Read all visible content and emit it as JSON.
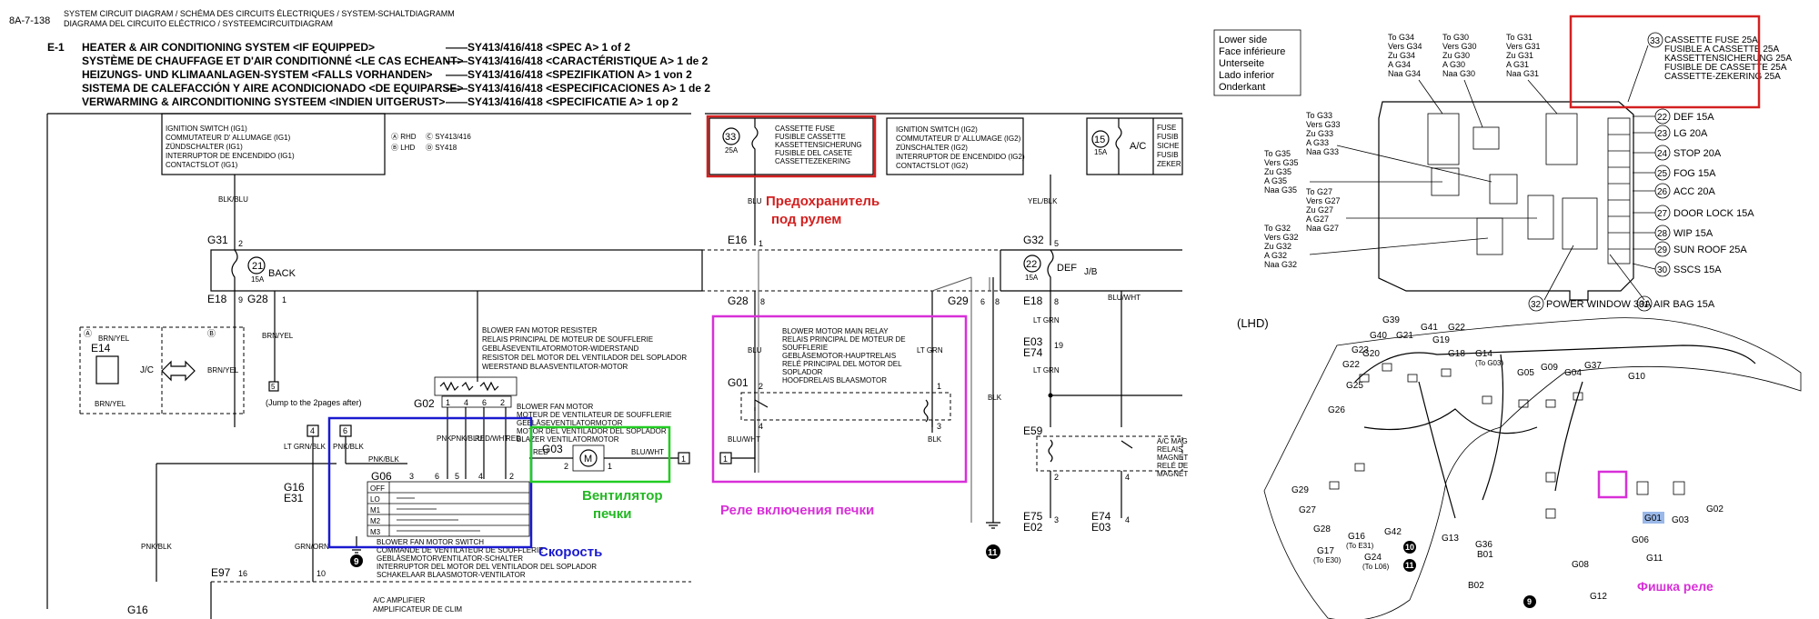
{
  "header": {
    "title_lines": [
      "SYSTEM CIRCUIT DIAGRAM / SCHÉMA DES CIRCUITS ÉLECTRIQUES / SYSTEM-SCHALTDIAGRAMM",
      "DIAGRAMA DEL CIRCUITO ELÉCTRICO / SYSTEEMCIRCUITDIAGRAM"
    ],
    "page_ref": "8A-7-138",
    "section": "E-1",
    "systems": [
      {
        "name": "HEATER & AIR CONDITIONING SYSTEM <IF EQUIPPED>",
        "spec": "——SY413/416/418 <SPEC A> 1 of 2"
      },
      {
        "name": "SYSTÈME DE CHAUFFAGE ET D'AIR CONDITIONNÉ <LE CAS ECHEANT>",
        "spec": "——SY413/416/418 <CARACTÉRISTIQUE A> 1 de 2"
      },
      {
        "name": "HEIZUNGS- UND KLIMAANLAGEN-SYSTEM <FALLS VORHANDEN>",
        "spec": "——SY413/416/418 <SPEZIFIKATION A> 1 von 2"
      },
      {
        "name": "SISTEMA DE CALEFACCIÓN Y AIRE ACONDICIONADO <DE EQUIPARSE>",
        "spec": "——SY413/416/418 <ESPECIFICACIONES A> 1 de 2"
      },
      {
        "name": "VERWARMING & AIRCONDITIONING SYSTEEM <INDIEN UITGERUST>",
        "spec": "——SY413/416/418 <SPECIFICATIE A> 1 op 2"
      }
    ]
  },
  "schematic": {
    "ig1_label": [
      "IGNITION SWITCH (IG1)",
      "COMMUTATEUR D' ALLUMAGE (IG1)",
      "ZÜNDSCHALTER (IG1)",
      "INTERRUPTOR DE ENCENDIDO (IG1)",
      "CONTACTSLOT (IG1)"
    ],
    "variants": [
      "Ⓐ RHD",
      "Ⓒ SY413/416",
      "Ⓑ LHD",
      "Ⓓ SY418"
    ],
    "wire_blk_blu": "BLK/BLU",
    "g31": "G31",
    "g31_pin": "2",
    "fuse21": "21",
    "fuse21_rating": "15A",
    "fuse21_name": "BACK",
    "e18": "E18",
    "e18_pin": "9",
    "g28": "G28",
    "g28_pin": "1",
    "jc_label": "J/C",
    "e14": "E14",
    "circle_a": "Ⓐ",
    "circle_b": "Ⓑ",
    "wire_brn_yel": "BRN/YEL",
    "jump_ref": "5",
    "jump_text": "(Jump to the 2pages after)",
    "resister_label": [
      "BLOWER FAN MOTOR RESISTER",
      "RELAIS PRINCIPAL DE MOTEUR DE SOUFFLERIE",
      "GEBLÄSEVENTILATORMOTOR-WIDERSTAND",
      "RESISTOR DEL MOTOR DEL VENTILADOR DEL SOPLADOR",
      "WEERSTAND BLAASVENTILATOR-MOTOR"
    ],
    "g02": "G02",
    "g02_pins": [
      "1",
      "4",
      "6",
      "2"
    ],
    "blower_label": [
      "BLOWER FAN MOTOR",
      "MOTEUR DE VENTILATEUR DE SOUFFLERIE",
      "GEBLÄSEVENTILATORMOTOR",
      "MOTOR DEL VENTILADOR DEL SOPLADOR",
      "BLAZER VENTILATORMOTOR"
    ],
    "wires_mid": [
      "PNK",
      "PNK/BLU",
      "RED/WHT",
      "RED"
    ],
    "ref4": "4",
    "ref6": "6",
    "lt_grn_blk": "LT GRN/BLK",
    "pnk_blk": "PNK/BLK",
    "g16": "G16",
    "e31": "E31",
    "g06": "G06",
    "g06_pins": [
      "3",
      "6",
      "5",
      "4",
      "2"
    ],
    "switch_rows": [
      "OFF",
      "LO",
      "M1",
      "M2",
      "M3"
    ],
    "switch_label": [
      "BLOWER FAN MOTOR SWITCH",
      "COMMANDE DE VENTILATEUR DE SOUFFLERIE",
      "GEBLÄSEMOTORVENTILATOR-SCHALTER",
      "INTERRUPTOR DEL MOTOR DEL VENTILADOR DEL SOPLADOR",
      "SCHAKELAAR BLAASMOTOR-VENTILATOR"
    ],
    "gnd9": "9",
    "g03": "G03",
    "g03_pins": [
      "2",
      "1"
    ],
    "motor_sym": "M",
    "red": "RED",
    "blu_wht": "BLU/WHT",
    "ref1": "1",
    "pnk_blk_left": "PNK/BLK",
    "grn_org": "GRN/ORN",
    "e97": "E97",
    "e97_pins": [
      "16",
      "10"
    ],
    "g16b": "G16",
    "ac_amp": [
      "A/C AMPLIFIER",
      "AMPLIFICATEUR DE CLIM"
    ],
    "cassette": {
      "num": "33",
      "rating": "25A",
      "lines": [
        "CASSETTE FUSE",
        "FUSIBLE CASSETTE",
        "KASSETTENSICHERUNG",
        "FUSIBLE DEL CASETE",
        "CASSETTEZEKERING"
      ]
    },
    "ig2_label": [
      "IGNITION SWITCH (IG2)",
      "COMMUTATEUR D' ALLUMAGE (IG2)",
      "ZÜNSCHALTER (IG2)",
      "INTERRUPTOR DE ENCENDIDO (IG2)",
      "CONTACTSLOT (IG2)"
    ],
    "fuse15": {
      "num": "15",
      "rating": "15A",
      "name": "A/C"
    },
    "fuse_cut": [
      "FUSE",
      "FUSIB",
      "SICHE",
      "FUSIB",
      "ZEKER"
    ],
    "blu": "BLU",
    "e16": "E16",
    "e16_pin": "1",
    "g32": "G32",
    "g32_pin": "5",
    "fuse22": {
      "num": "22",
      "rating": "15A",
      "name": "DEF"
    },
    "jb": "J/B",
    "yel_blk": "YEL/BLK",
    "g28b": "G28",
    "g28b_pin": "8",
    "g29": "G29",
    "g29_pins": [
      "6",
      "8"
    ],
    "e18b": "E18",
    "e18b_pin": "8",
    "blu_wht_right": "BLU/WHT",
    "relay_label": [
      "BLOWER MOTOR MAIN RELAY",
      "RELAIS PRINCIPAL DE MOTEUR DE",
      "SOUFFLERIE",
      "GEBLÄSEMOTOR-HAUPTRELAIS",
      "RELÉ PRINCIPAL DEL MOTOR DEL",
      "SOPLADOR",
      "HOOFDRELAIS BLAASMOTOR"
    ],
    "g01": "G01",
    "g01_pins": [
      "2",
      "1",
      "4",
      "3"
    ],
    "lt_grn": "LT GRN",
    "blk": "BLK",
    "e03": "E03",
    "e74": "E74",
    "e03_pin": "19",
    "e59": "E59",
    "ac_mag": [
      "A/C MAG",
      "RELAIS",
      "MAGNET",
      "RELÉ DE",
      "MAGNET"
    ],
    "e75": "E75",
    "e02": "E02",
    "e74b": "E74",
    "e03b": "E03",
    "gnd11": "11",
    "pins_3": "3",
    "pins_4": "4",
    "pins_2": "2"
  },
  "annotations": {
    "fuse_under_wheel": [
      "Предохранитель",
      "под рулем"
    ],
    "heater_fan": [
      "Вентилятор",
      "печки"
    ],
    "relay_on": "Реле включения печки",
    "speed": "Скорость",
    "relay_connector": "Фишка реле"
  },
  "fusebox": {
    "side_labels": [
      "Lower side",
      "Face inférieure",
      "Unterseite",
      "Lado inferior",
      "Onderkant"
    ],
    "cassette": [
      "CASSETTE FUSE 25A",
      "FUSIBLE A CASSETTE 25A",
      "KASSETTENSICHERUNG 25A",
      "FUSIBLE DE CASSETTE 25A",
      "CASSETTE-ZEKERING 25A"
    ],
    "cassette_num": "33",
    "connectors_top": [
      [
        "To G34",
        "Vers G34",
        "Zu G34",
        "A G34",
        "Naa G34"
      ],
      [
        "To G30",
        "Vers G30",
        "Zu G30",
        "A G30",
        "Naa G30"
      ],
      [
        "To G31",
        "Vers G31",
        "Zu G31",
        "A G31",
        "Naa G31"
      ]
    ],
    "connectors_left": [
      [
        "To G33",
        "Vers G33",
        "Zu G33",
        "A G33",
        "Naa G33"
      ],
      [
        "To G35",
        "Vers G35",
        "Zu G35",
        "A G35",
        "Naa G35"
      ],
      [
        "To G27",
        "Vers G27",
        "Zu G27",
        "A G27",
        "Naa G27"
      ],
      [
        "To G32",
        "Vers G32",
        "Zu G32",
        "A G32",
        "Naa G32"
      ]
    ],
    "fuses": [
      {
        "num": "22",
        "label": "DEF 15A"
      },
      {
        "num": "23",
        "label": "LG 20A"
      },
      {
        "num": "24",
        "label": "STOP 20A"
      },
      {
        "num": "25",
        "label": "FOG 15A"
      },
      {
        "num": "26",
        "label": "ACC 20A"
      },
      {
        "num": "27",
        "label": "DOOR LOCK 15A"
      },
      {
        "num": "28",
        "label": "WIP 15A"
      },
      {
        "num": "29",
        "label": "SUN ROOF 25A"
      },
      {
        "num": "30",
        "label": "SSCS 15A"
      }
    ],
    "bottom": [
      {
        "num": "32",
        "label": "POWER WINDOW 30A"
      },
      {
        "num": "31",
        "label": "AIR BAG 15A"
      }
    ]
  },
  "dash": {
    "lhd": "(LHD)",
    "labels": [
      "G39",
      "G40",
      "G41",
      "G22",
      "G21",
      "G19",
      "G23",
      "G20",
      "G22",
      "G18",
      "G14",
      "(To G03)",
      "G05",
      "G09",
      "G04",
      "G37",
      "G10",
      "G25",
      "G26",
      "G29",
      "G27",
      "G28",
      "G16",
      "(To E31)",
      "G17",
      "(To E30)",
      "G24",
      "(To L06)",
      "G42",
      "G13",
      "G36",
      "B01",
      "B02",
      "G01",
      "G03",
      "G02",
      "G06",
      "G11",
      "G08",
      "G12",
      "10",
      "11",
      "9"
    ]
  }
}
